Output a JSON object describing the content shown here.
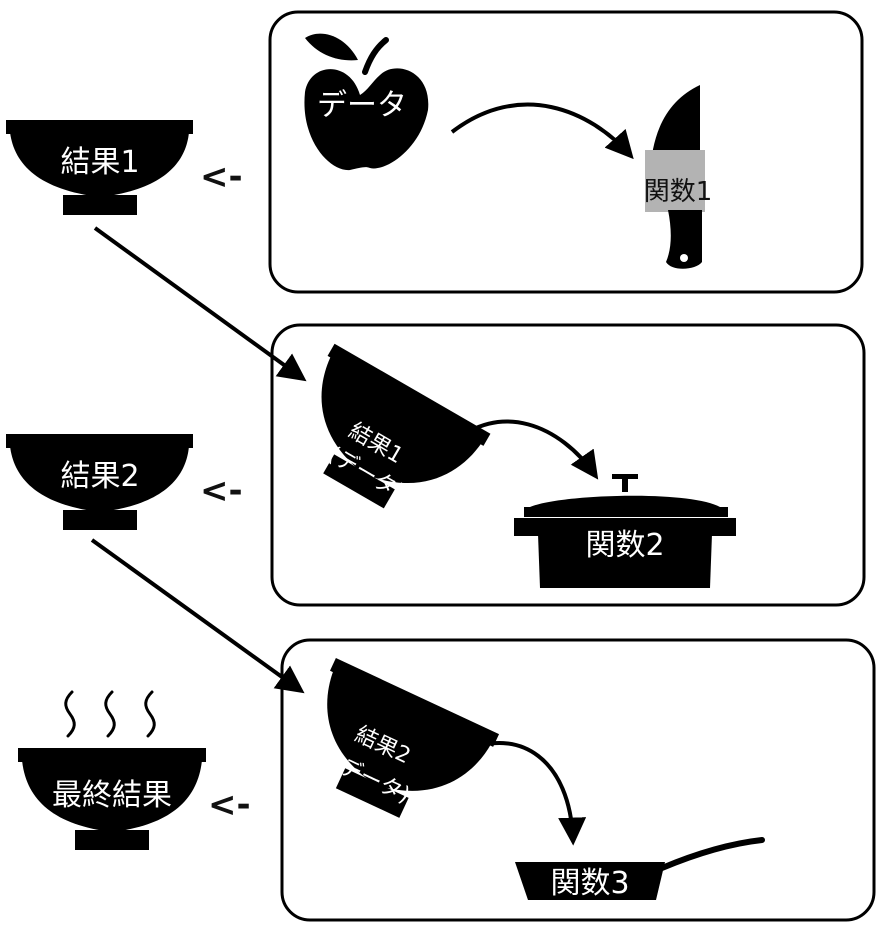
{
  "labels": {
    "data": "データ",
    "function1": "関数1",
    "result1": "結果1",
    "result1_tilted_line1": "結果1",
    "result1_tilted_line2": "(データ)",
    "function2": "関数2",
    "result2": "結果2",
    "result2_tilted_line1": "結果2",
    "result2_tilted_line2": "(データ)",
    "function3": "関数3",
    "final_result": "最終結果",
    "return_arrow": "<-"
  },
  "colors": {
    "ink": "#000000",
    "knife_highlight": "#b3b3b3",
    "background": "#ffffff"
  }
}
